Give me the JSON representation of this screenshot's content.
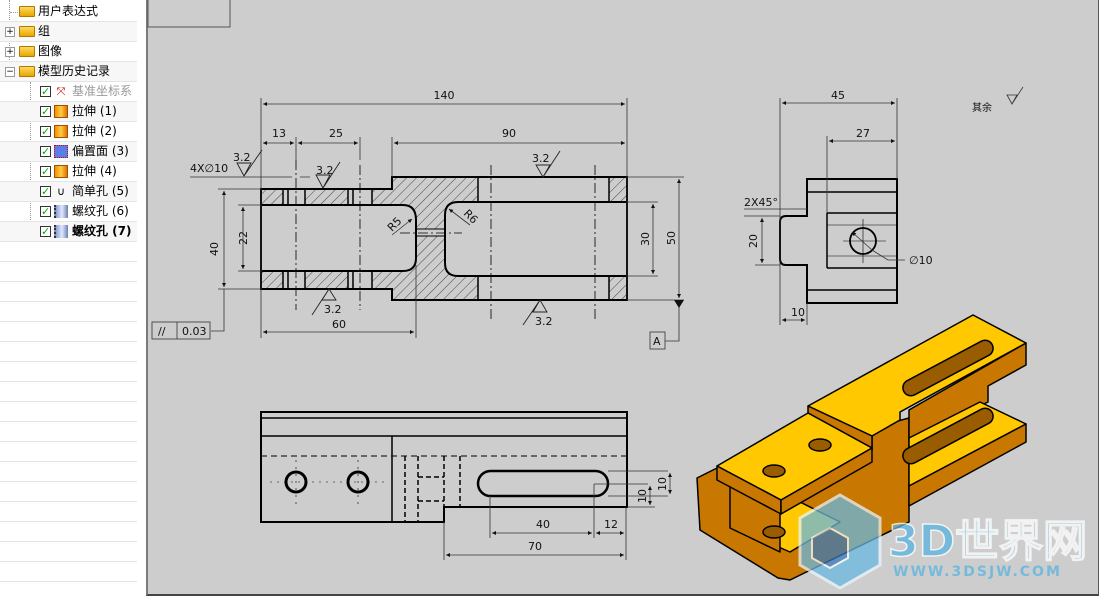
{
  "tree": {
    "items": [
      {
        "label": "用户表达式",
        "icon": "expression-icon"
      },
      {
        "label": "组",
        "icon": "folder-icon",
        "expander": "+"
      },
      {
        "label": "图像",
        "icon": "folder-icon",
        "expander": "+"
      },
      {
        "label": "模型历史记录",
        "icon": "folder-icon",
        "expander": "−"
      },
      {
        "label": "基准坐标系",
        "icon": "datum-csys-icon",
        "checked": true
      },
      {
        "label": "拉伸 (1)",
        "icon": "extrude-icon",
        "checked": true
      },
      {
        "label": "拉伸 (2)",
        "icon": "extrude-icon",
        "checked": true
      },
      {
        "label": "偏置面 (3)",
        "icon": "offset-face-icon",
        "checked": true
      },
      {
        "label": "拉伸 (4)",
        "icon": "extrude-icon",
        "checked": true
      },
      {
        "label": "简单孔 (5)",
        "icon": "simple-hole-icon",
        "checked": true
      },
      {
        "label": "螺纹孔 (6)",
        "icon": "threaded-hole-icon",
        "checked": true
      },
      {
        "label": "螺纹孔 (7)",
        "icon": "threaded-hole-icon",
        "checked": true
      }
    ]
  },
  "drawing": {
    "front": {
      "d140": "140",
      "d13": "13",
      "d25": "25",
      "d90": "90",
      "holes": "4X∅10",
      "ra1": "3.2",
      "ra2": "3.2",
      "ra3": "3.2",
      "ra4": "3.2",
      "ra5": "3.2",
      "r5": "R5",
      "r6": "R6",
      "d40": "40",
      "d22": "22",
      "d30": "30",
      "d50": "50",
      "d60": "60",
      "tol_symbol": "//",
      "tol_value": "0.03",
      "datum": "A"
    },
    "side": {
      "d45": "45",
      "d27": "27",
      "chamfer": "2X45°",
      "d20": "20",
      "d10": "10",
      "dia": "∅10",
      "rest_note": "其余"
    },
    "bottom": {
      "d40": "40",
      "d12": "12",
      "d70": "70",
      "d10a": "10",
      "d10b": "10"
    }
  },
  "watermark": {
    "title": "3D世界网",
    "url": "WWW.3DSJW.COM"
  },
  "colors": {
    "part_top": "#ffc800",
    "part_side": "#c87800",
    "canvas": "#cdcdcd",
    "watermark": "#5ab4e0"
  }
}
